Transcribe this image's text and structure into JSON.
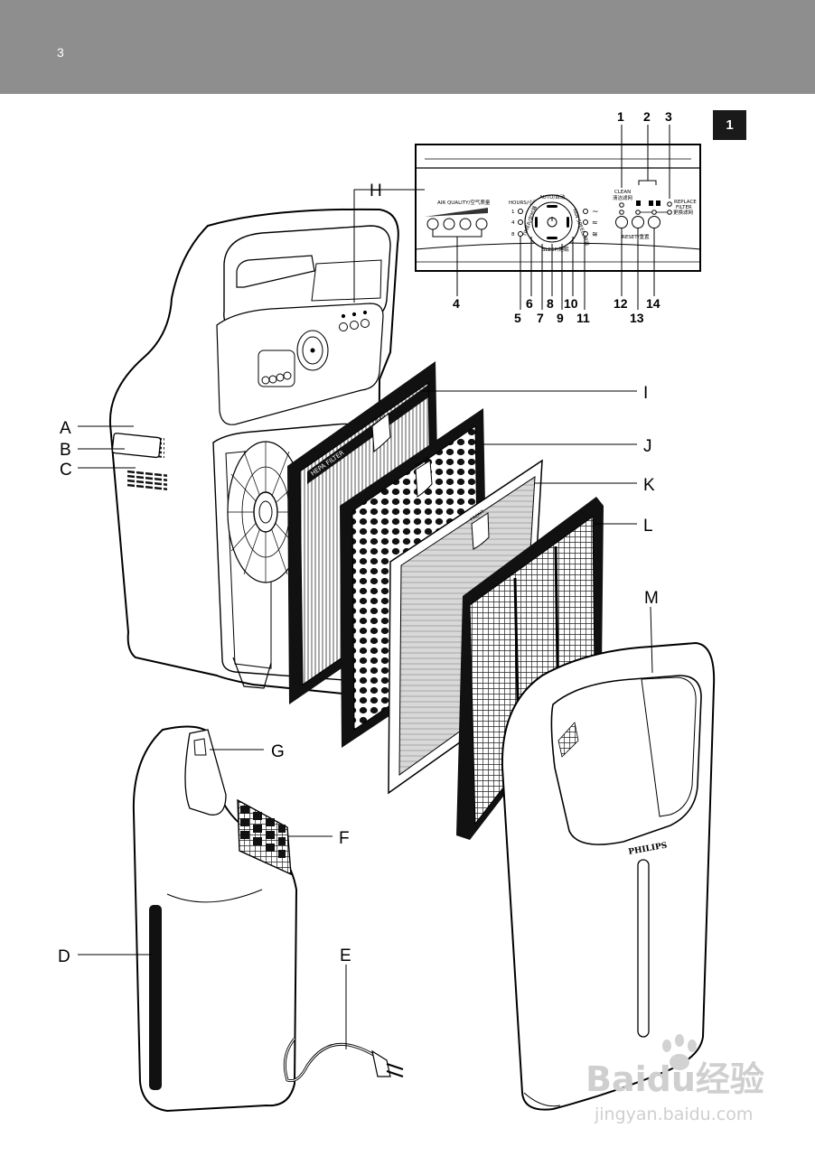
{
  "header": {
    "page_number": "3"
  },
  "figure": {
    "badge": "1"
  },
  "callout_letters": {
    "A": "A",
    "B": "B",
    "C": "C",
    "D": "D",
    "E": "E",
    "F": "F",
    "G": "G",
    "H": "H",
    "I": "I",
    "J": "J",
    "K": "K",
    "L": "L",
    "M": "M"
  },
  "callout_numbers": [
    "1",
    "2",
    "3",
    "4",
    "5",
    "6",
    "7",
    "8",
    "9",
    "10",
    "11",
    "12",
    "13",
    "14"
  ],
  "control_panel": {
    "air_quality": "AIR QUALITY/空气质量",
    "auto": "AUTO/自动",
    "hours": "HOURS/小时",
    "timer": "TIMER/定时器",
    "fan_speed": "FAN SPEED/风速",
    "sleep": "SLEEP/睡眠",
    "clean": "CLEAN",
    "clean_cn": "清洁滤网",
    "replace": "REPLACE",
    "filter": "FILTER",
    "replace_cn": "更换滤网",
    "reset": "RESET/重置",
    "timer_1": "1",
    "timer_4": "4",
    "timer_8": "8"
  },
  "filter_labels": {
    "hepa": "HEPA FILTER",
    "front": "FRONT"
  },
  "brand": {
    "logo": "PHILIPS"
  },
  "watermark": {
    "brand": "Baidu经验",
    "url": "jingyan.baidu.com"
  }
}
